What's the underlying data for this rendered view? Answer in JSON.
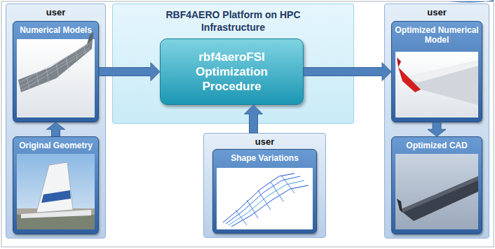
{
  "diagram": {
    "nodes": [
      {
        "text": [
          "user"
        ]
      },
      {
        "text": [
          "Numerical Models"
        ],
        "in": 0
      },
      {
        "text": [
          "Original Geometry"
        ],
        "in": 0
      },
      {
        "text": [
          "RBF4AERO Platform on HPC Infrastructure"
        ]
      },
      {
        "text": [
          "rbf4aeroFSI Optimization Procedure"
        ],
        "in": 3
      },
      {
        "text": [
          "user"
        ]
      },
      {
        "text": [
          "Shape Variations"
        ],
        "in": 5
      },
      {
        "text": [
          "user"
        ]
      },
      {
        "text": [
          "Optimized Numerical Model"
        ],
        "in": 7
      },
      {
        "text": [
          "Optimized CAD"
        ],
        "in": 7
      }
    ],
    "edges": [
      {
        "from": 2,
        "to": 1,
        "arrow": "to"
      },
      {
        "from": 1,
        "to": 4,
        "arrow": "to"
      },
      {
        "from": 5,
        "to": 4,
        "arrow": "to"
      },
      {
        "from": 4,
        "to": 8,
        "arrow": "to"
      },
      {
        "from": 8,
        "to": 9,
        "arrow": "to"
      }
    ]
  }
}
